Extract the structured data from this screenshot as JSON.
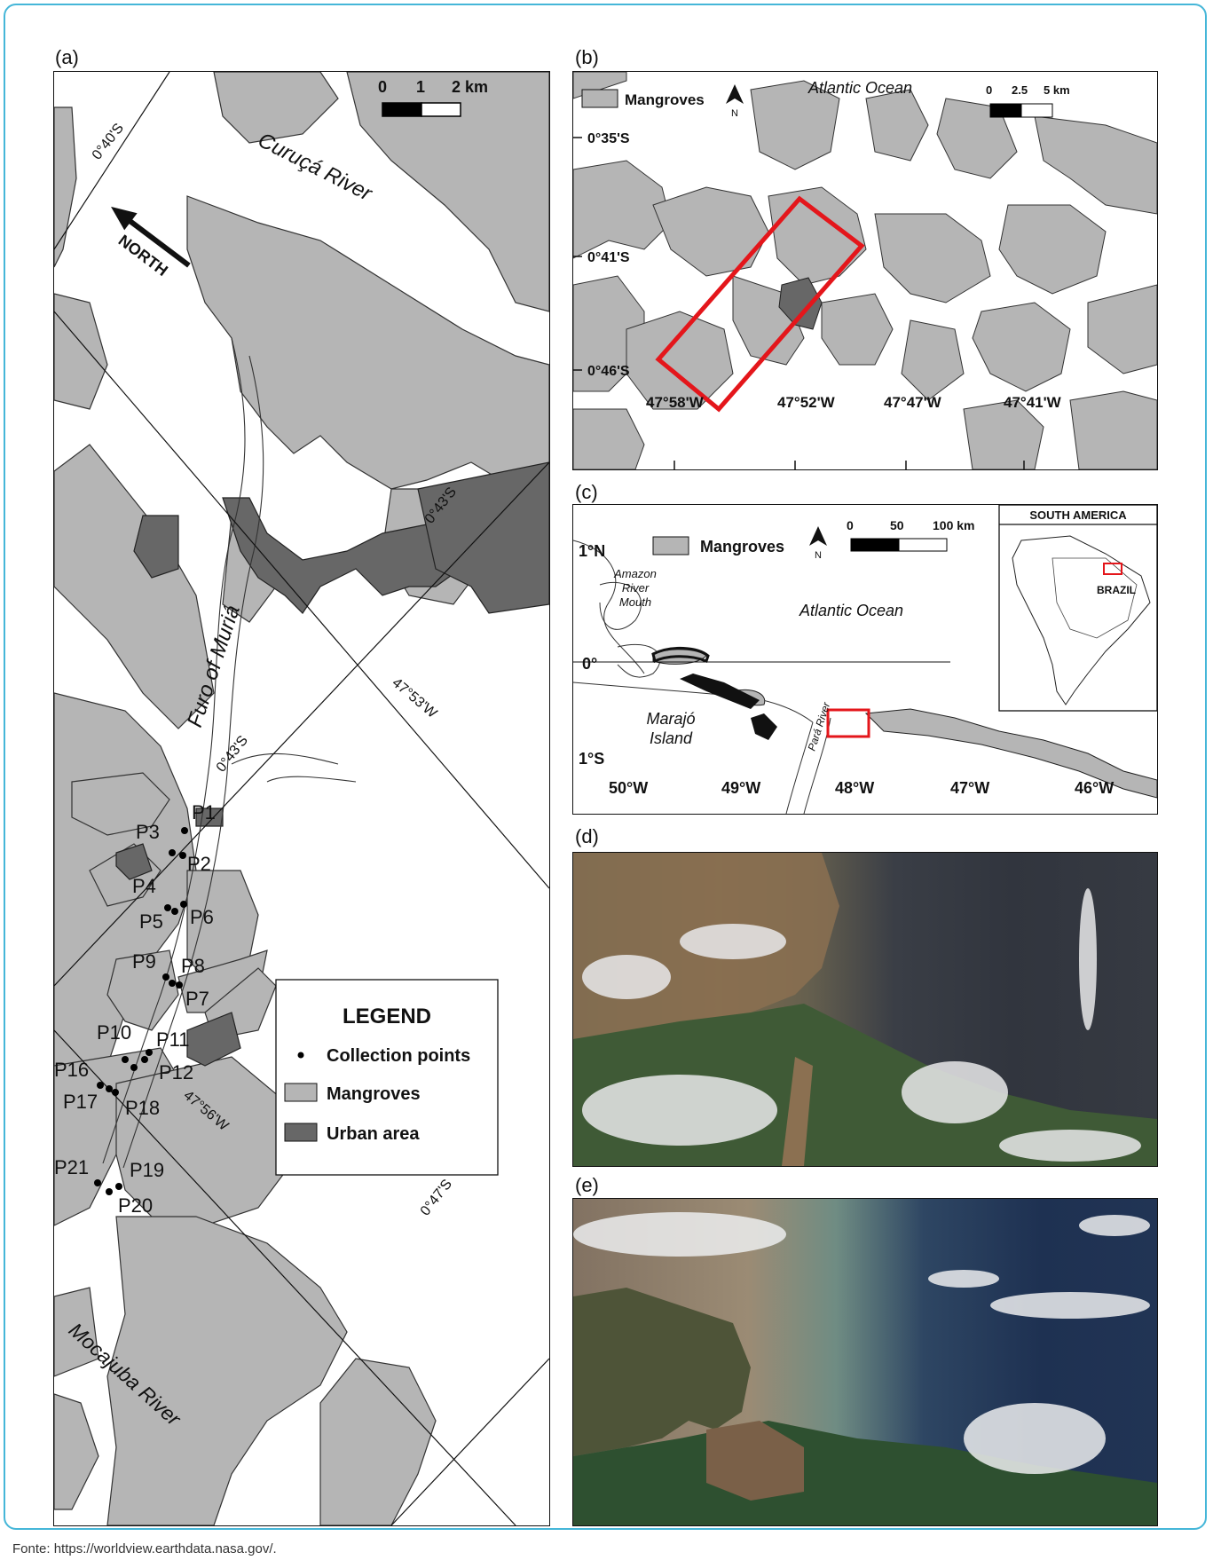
{
  "footer_source": "Fonte: https://worldview.earthdata.nasa.gov/.",
  "colors": {
    "mangrove": "#b5b5b5",
    "urban": "#676767",
    "frame": "#45b6d8",
    "box": "#e4161b"
  },
  "panel_a": {
    "label": "(a)",
    "scale": {
      "t0": "0",
      "t1": "1",
      "t2": "2 km"
    },
    "north": "NORTH",
    "rivers": {
      "curuca": "Curuçá River",
      "furo": "Furo of Muriá",
      "mocajuba": "Mocajuba River"
    },
    "grid": {
      "g1": "0°40'S",
      "g2": "0°43'S",
      "g3": "0°43'S",
      "g4": "47°53'W",
      "g5": "47°56'W",
      "g6": "0°47'S"
    },
    "points": [
      "P1",
      "P2",
      "P3",
      "P4",
      "P5",
      "P6",
      "P7",
      "P8",
      "P9",
      "P10",
      "P11",
      "P12",
      "P16",
      "P17",
      "P18",
      "P19",
      "P20",
      "P21"
    ],
    "legend": {
      "title": "LEGEND",
      "item1": "Collection points",
      "item2": "Mangroves",
      "item3": "Urban area"
    }
  },
  "panel_b": {
    "label": "(b)",
    "legend": "Mangroves",
    "north": "N",
    "ocean": "Atlantic Ocean",
    "scale": {
      "t0": "0",
      "t1": "2.5",
      "t2": "5 km"
    },
    "lat": [
      "0°35'S",
      "0°41'S",
      "0°46'S"
    ],
    "lon": [
      "47°58'W",
      "47°52'W",
      "47°47'W",
      "47°41'W"
    ]
  },
  "panel_c": {
    "label": "(c)",
    "legend": "Mangroves",
    "north": "N",
    "scale": {
      "t0": "0",
      "t1": "50",
      "t2": "100 km"
    },
    "inset_title": "SOUTH AMERICA",
    "inset_country": "BRAZIL",
    "lat": [
      "1°N",
      "0°",
      "1°S"
    ],
    "lon": [
      "50°W",
      "49°W",
      "48°W",
      "47°W",
      "46°W"
    ],
    "places": {
      "amazon1": "Amazon",
      "amazon2": "River",
      "amazon3": "Mouth",
      "ocean": "Atlantic Ocean",
      "marajo1": "Marajó",
      "marajo2": "Island",
      "para": "Pará River"
    }
  },
  "panel_d": {
    "label": "(d)"
  },
  "panel_e": {
    "label": "(e)"
  }
}
